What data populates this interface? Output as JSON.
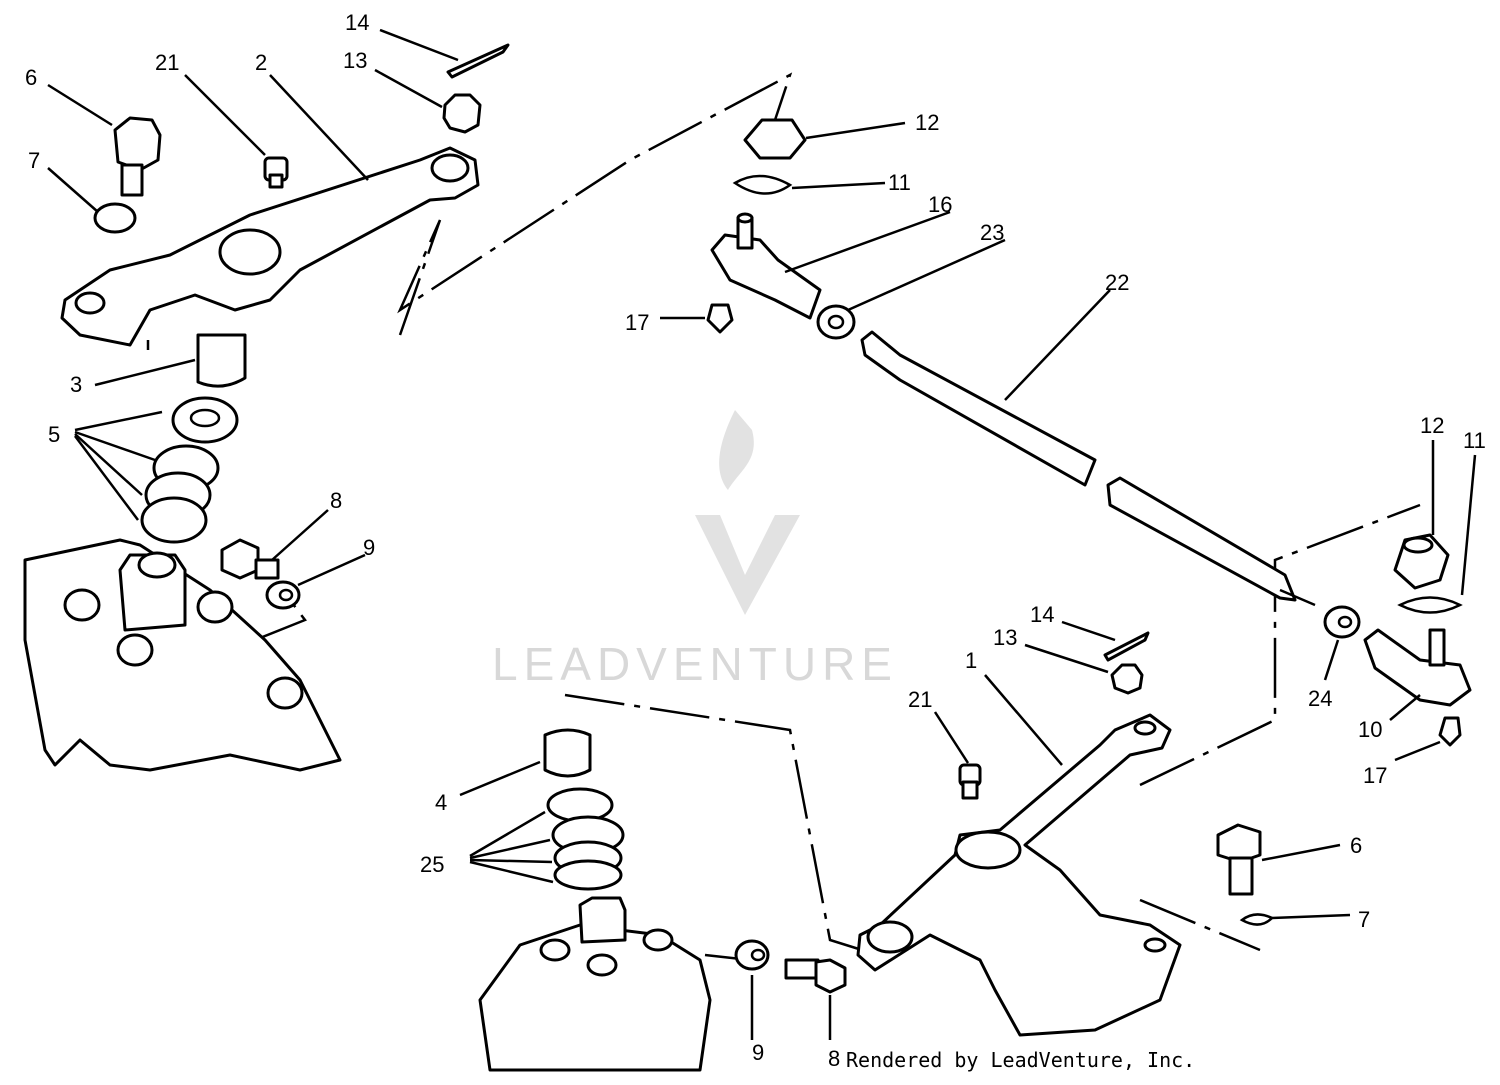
{
  "diagram": {
    "callouts": [
      {
        "id": "c6a",
        "label": "6"
      },
      {
        "id": "c21a",
        "label": "21"
      },
      {
        "id": "c2",
        "label": "2"
      },
      {
        "id": "c14a",
        "label": "14"
      },
      {
        "id": "c13a",
        "label": "13"
      },
      {
        "id": "c7a",
        "label": "7"
      },
      {
        "id": "c12a",
        "label": "12"
      },
      {
        "id": "c11a",
        "label": "11"
      },
      {
        "id": "c16",
        "label": "16"
      },
      {
        "id": "c23",
        "label": "23"
      },
      {
        "id": "c17a",
        "label": "17"
      },
      {
        "id": "c22",
        "label": "22"
      },
      {
        "id": "c3",
        "label": "3"
      },
      {
        "id": "c5",
        "label": "5"
      },
      {
        "id": "c8a",
        "label": "8"
      },
      {
        "id": "c9a",
        "label": "9"
      },
      {
        "id": "c12b",
        "label": "12"
      },
      {
        "id": "c11b",
        "label": "11"
      },
      {
        "id": "c14b",
        "label": "14"
      },
      {
        "id": "c13b",
        "label": "13"
      },
      {
        "id": "c1",
        "label": "1"
      },
      {
        "id": "c21b",
        "label": "21"
      },
      {
        "id": "c24",
        "label": "24"
      },
      {
        "id": "c10",
        "label": "10"
      },
      {
        "id": "c17b",
        "label": "17"
      },
      {
        "id": "c4",
        "label": "4"
      },
      {
        "id": "c25",
        "label": "25"
      },
      {
        "id": "c6b",
        "label": "6"
      },
      {
        "id": "c7b",
        "label": "7"
      },
      {
        "id": "c9b",
        "label": "9"
      },
      {
        "id": "c8b",
        "label": "8"
      }
    ],
    "watermark": "LEADVENTURE",
    "credit": "Rendered by LeadVenture, Inc."
  }
}
